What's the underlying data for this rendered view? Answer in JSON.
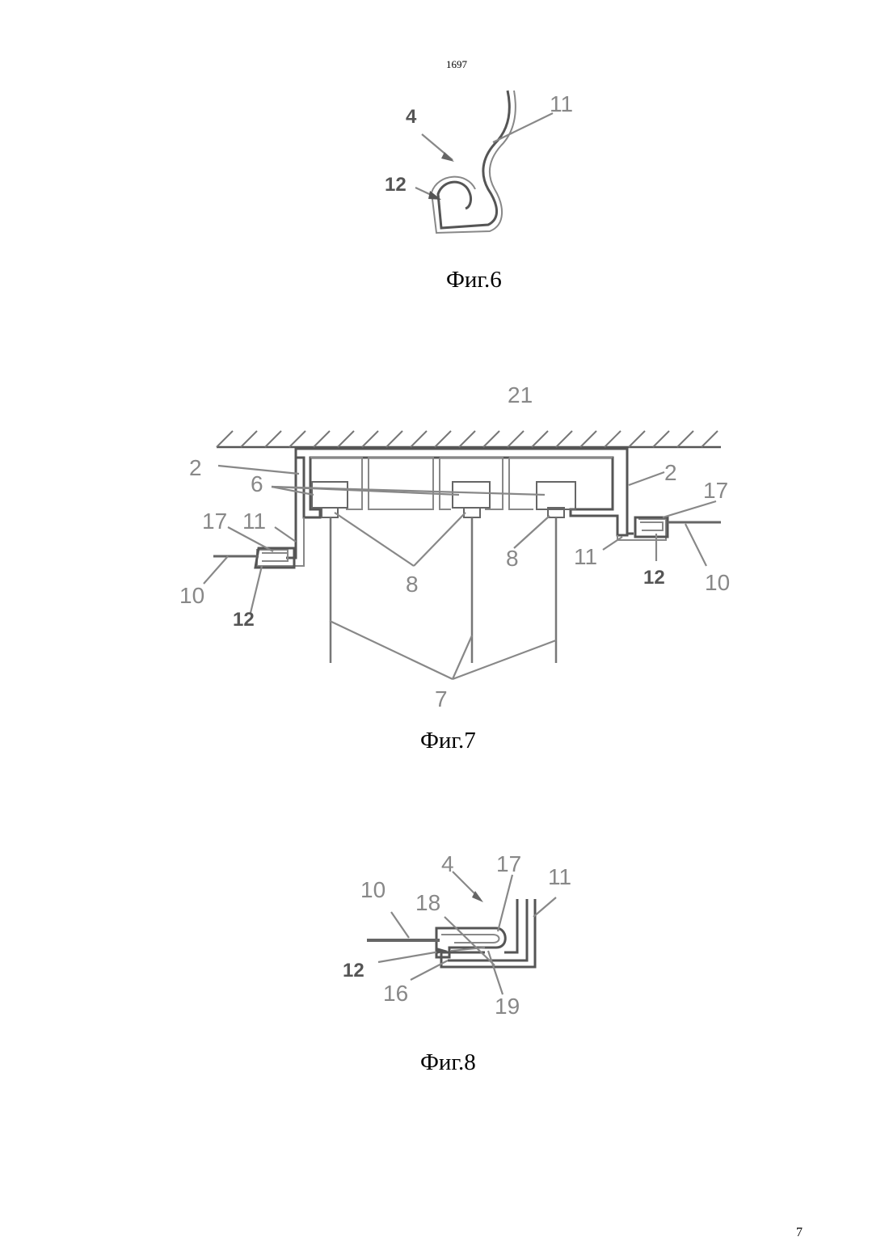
{
  "header": {
    "doc_number": "1697"
  },
  "footer": {
    "page_number": "7"
  },
  "figures": [
    {
      "caption": "Фиг.6",
      "labels": [
        "4",
        "11",
        "12"
      ]
    },
    {
      "caption": "Фиг.7",
      "labels": [
        "21",
        "2",
        "6",
        "2",
        "17",
        "17",
        "11",
        "11",
        "10",
        "10",
        "8",
        "8",
        "12",
        "12",
        "7"
      ]
    },
    {
      "caption": "Фиг.8",
      "labels": [
        "4",
        "17",
        "11",
        "10",
        "18",
        "12",
        "16",
        "19"
      ]
    }
  ]
}
